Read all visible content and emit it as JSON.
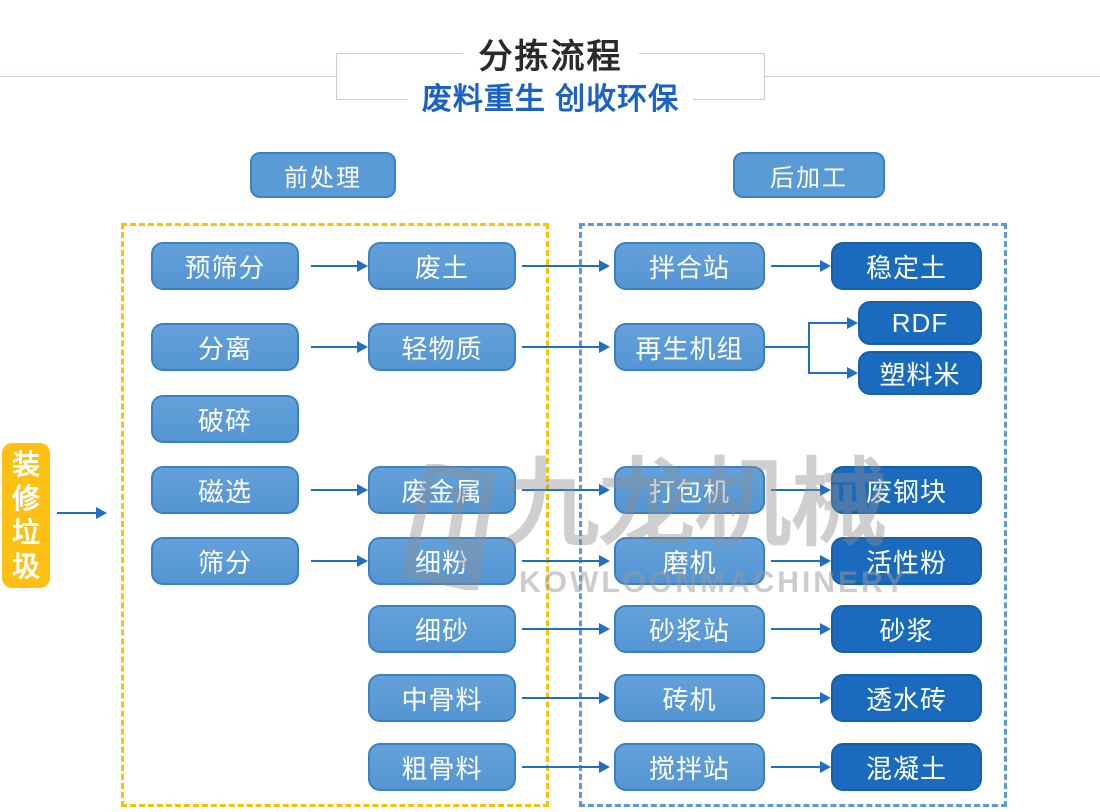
{
  "header": {
    "title": "分拣流程",
    "subtitle": "废料重生 创收环保"
  },
  "stages": {
    "pre": "前处理",
    "post": "后加工"
  },
  "source": {
    "label": "装修垃圾"
  },
  "rows": [
    {
      "c1": "预筛分",
      "c2": "废土",
      "c3": "拌合站",
      "c4": "稳定土"
    },
    {
      "c1": "分离",
      "c2": "轻物质",
      "c3": "再生机组",
      "c4a": "RDF",
      "c4b": "塑料米"
    },
    {
      "c1": "破碎"
    },
    {
      "c1": "磁选",
      "c2": "废金属",
      "c3": "打包机",
      "c4": "废钢块"
    },
    {
      "c1": "筛分",
      "c2": "细粉",
      "c3": "磨机",
      "c4": "活性粉"
    },
    {
      "c2": "细砂",
      "c3": "砂浆站",
      "c4": "砂浆"
    },
    {
      "c2": "中骨料",
      "c3": "砖机",
      "c4": "透水砖"
    },
    {
      "c2": "粗骨料",
      "c3": "搅拌站",
      "c4": "混凝土"
    }
  ],
  "watermark": {
    "logo": "九龙机械",
    "latin": "KOWLOONMACHINERY"
  },
  "colors": {
    "node_light": "#5b9bd5",
    "node_dark": "#1a6bbe",
    "source_yellow": "#ffc013",
    "dashed_yellow": "#ffc000",
    "dashed_blue": "#5b9ad8",
    "arrow_blue": "#1f6fc5",
    "subtitle_blue": "#1b62c8"
  }
}
